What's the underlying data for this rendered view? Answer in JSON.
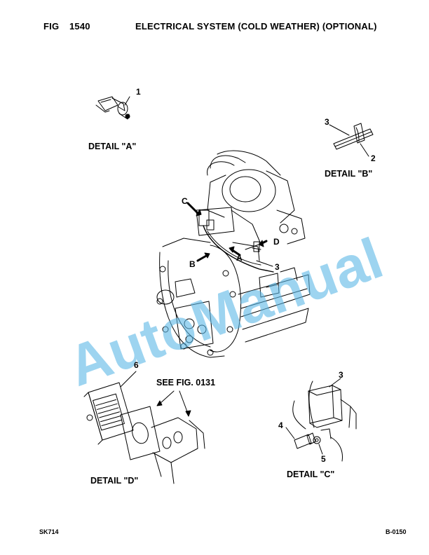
{
  "header": {
    "fig_label": "FIG",
    "fig_number": "1540",
    "title": "ELECTRICAL SYSTEM (COLD WEATHER) (OPTIONAL)"
  },
  "details": {
    "a": "DETAIL \"A\"",
    "b": "DETAIL \"B\"",
    "c": "DETAIL \"C\"",
    "d": "DETAIL \"D\""
  },
  "see_fig": "SEE FIG. 0131",
  "callouts": {
    "a1": "1",
    "b3": "3",
    "b2": "2",
    "main_c": "C",
    "main_d": "D",
    "main_a": "A",
    "main_b": "B",
    "main_3": "3",
    "d6": "6",
    "c3": "3",
    "c4": "4",
    "c5": "5"
  },
  "footer": {
    "left": "SK714",
    "right": "B-0150"
  },
  "watermark": {
    "text": "AutoManual",
    "color": "#5bb8e6"
  }
}
